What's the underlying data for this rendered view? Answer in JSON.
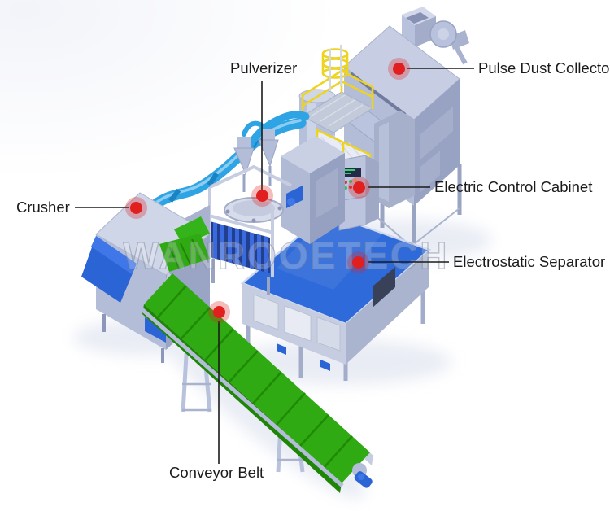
{
  "diagram": {
    "watermark": "WANROOETECH",
    "labels": {
      "pulverizer": "Pulverizer",
      "pulse_dust_collector": "Pulse Dust Collector",
      "electric_control_cabinet": "Electric Control Cabinet",
      "electrostatic_separator": "Electrostatic Separator",
      "crusher": "Crusher",
      "conveyor_belt": "Conveyor Belt"
    },
    "machines": [
      {
        "id": "crusher",
        "label": "Crusher"
      },
      {
        "id": "pulverizer",
        "label": "Pulverizer"
      },
      {
        "id": "pulse-dust-collector",
        "label": "Pulse Dust Collector"
      },
      {
        "id": "electric-control-cabinet",
        "label": "Electric Control Cabinet"
      },
      {
        "id": "electrostatic-separator",
        "label": "Electrostatic Separator"
      },
      {
        "id": "conveyor-belt",
        "label": "Conveyor Belt"
      }
    ],
    "colors": {
      "marker_red": "#e11f1f",
      "pipe_blue": "#2ea4e4",
      "panel_blue": "#2b64d4",
      "separator_top_blue": "#2e6ada",
      "belt_green": "#2faa12",
      "safety_yellow": "#eed31f",
      "machine_gray": "#bcc5dd",
      "label_text": "#1b1b1b"
    }
  }
}
